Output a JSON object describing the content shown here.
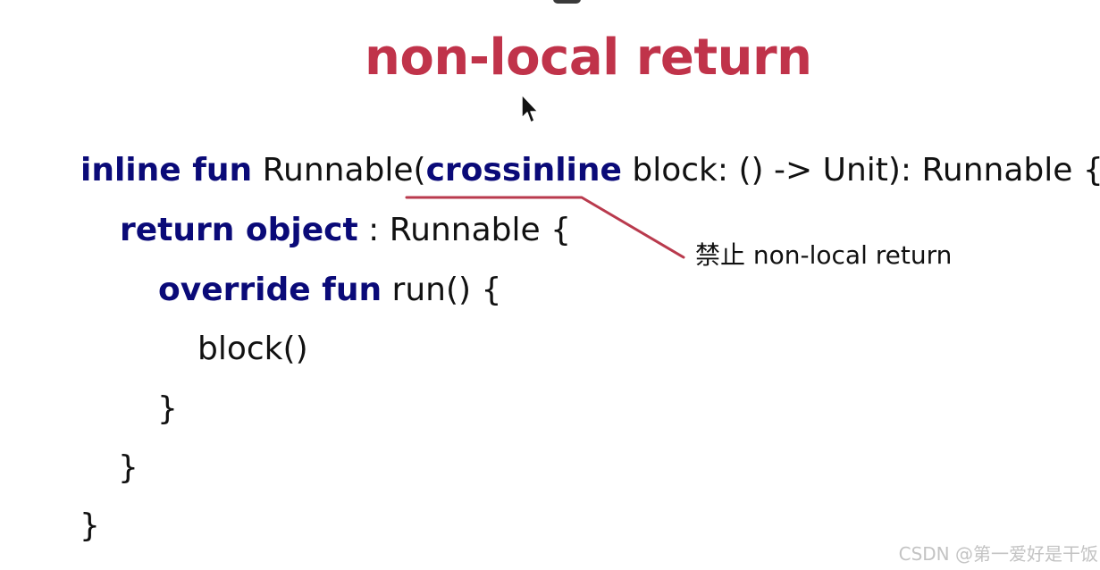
{
  "slide": {
    "title": "non-local return"
  },
  "code": {
    "line1": {
      "keyword_1": "inline fun",
      "text_1": " Runnable(",
      "keyword_2": "crossinline",
      "text_2": " block: () -> Unit): Runnable {"
    },
    "line2": {
      "keyword": "return object",
      "text": " : Runnable {"
    },
    "line3": {
      "keyword": "override fun",
      "text": " run() {"
    },
    "line4": {
      "text": "block()"
    },
    "line5": {
      "text": "}"
    },
    "line6": {
      "text": "}"
    },
    "line7": {
      "text": "}"
    }
  },
  "annotation": {
    "text": "禁止 non-local return"
  },
  "watermark": {
    "text": "CSDN @第一爱好是干饭"
  },
  "icons": {
    "cursor": "mouse-pointer-icon"
  },
  "colors": {
    "title": "#c0334a",
    "keyword": "#0a0a78",
    "annotation_line": "#b93a4d",
    "text": "#111111",
    "watermark": "#c3c3c3"
  }
}
